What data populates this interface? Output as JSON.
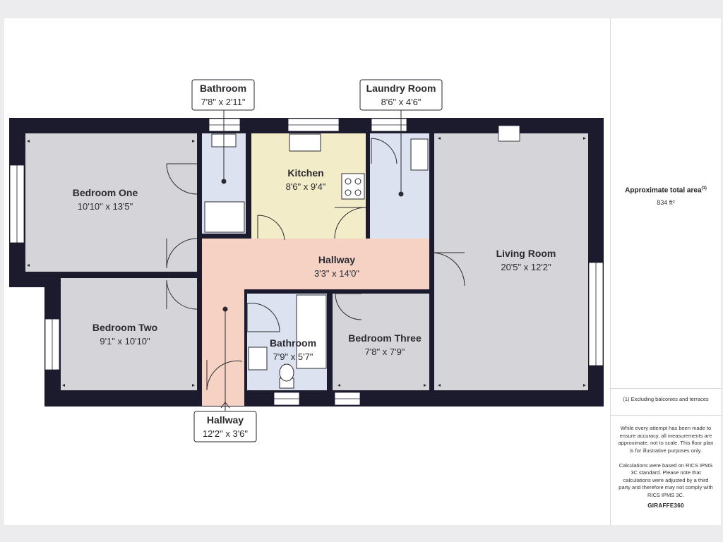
{
  "rooms": {
    "bedroom_one": {
      "name": "Bedroom One",
      "dims": "10'10\" x 13'5\""
    },
    "bedroom_two": {
      "name": "Bedroom Two",
      "dims": "9'1\" x 10'10\""
    },
    "kitchen": {
      "name": "Kitchen",
      "dims": "8'6\" x 9'4\""
    },
    "hallway_main": {
      "name": "Hallway",
      "dims": "3'3\" x 14'0\""
    },
    "living_room": {
      "name": "Living Room",
      "dims": "20'5\" x 12'2\""
    },
    "bathroom_lower": {
      "name": "Bathroom",
      "dims": "7'9\" x 5'7\""
    },
    "bedroom_three": {
      "name": "Bedroom Three",
      "dims": "7'8\" x 7'9\""
    }
  },
  "callouts": {
    "bathroom_top": {
      "name": "Bathroom",
      "dims": "7'8\" x 2'11\""
    },
    "laundry_room": {
      "name": "Laundry Room",
      "dims": "8'6\" x 4'6\""
    },
    "hallway_entry": {
      "name": "Hallway",
      "dims": "12'2\" x 3'6\""
    }
  },
  "info": {
    "area_title": "Approximate total area",
    "area_sup": "(1)",
    "area_value": "834 ft²",
    "note": "(1) Excluding balconies and terraces",
    "disclaimer": "While every attempt has been made to ensure accuracy, all measurements are approximate, not to scale. This floor plan is for illustrative purposes only.\n\nCalculations were based on RICS IPMS 3C standard. Please note that calculations were adjusted by a third party and therefore may not comply with RICS IPMS 3C.",
    "brand": "GIRAFFE360"
  },
  "colors": {
    "wall": "#1c1b2e",
    "bedroom": "#d5d5d9",
    "kitchen": "#f3ecc8",
    "bathroom": "#dde2f0",
    "hallway": "#f6d2c4"
  }
}
